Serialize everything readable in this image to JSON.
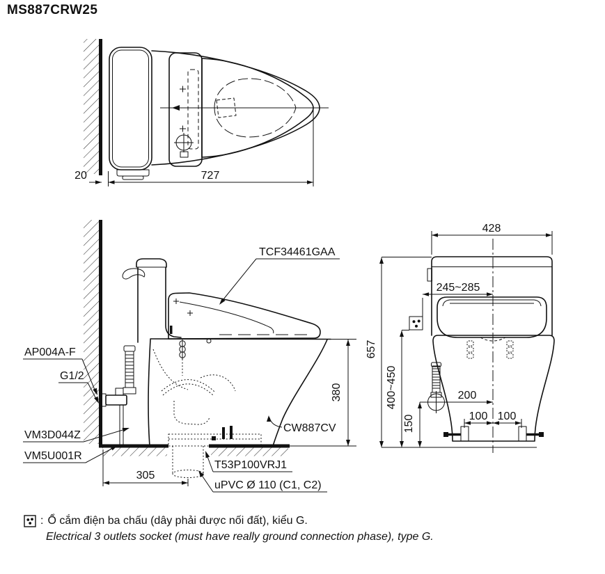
{
  "title": "MS887CRW25",
  "top_view": {
    "dim_wall_gap": "20",
    "dim_total_length": "727"
  },
  "side_view": {
    "label_washlet_seat": "TCF34461GAA",
    "label_stop_valve": "AP004A-F",
    "label_water_inlet": "G1/2",
    "label_flexible_hose": "VM3D044Z",
    "label_outlet_set": "VM5U001R",
    "label_bowl": "CW887CV",
    "label_drain_socket": "T53P100VRJ1",
    "label_drain_pipe": "uPVC Ø 110 (C1, C2)",
    "dim_drain_set_out": "305",
    "dim_rim_height": "380"
  },
  "front_view": {
    "dim_width": "428",
    "dim_socket_offset": "245~285",
    "dim_total_height": "657",
    "dim_socket_height": "400~450",
    "dim_valve_height": "150",
    "dim_valve_offset": "200",
    "dim_bolt_left": "100",
    "dim_bolt_right": "100"
  },
  "note": {
    "colon": ":",
    "vietnamese": "Ổ cắm điện ba chấu (dây phải được nối đất), kiểu G.",
    "english": "Electrical 3 outlets socket (must have really ground connection phase), type G."
  },
  "colors": {
    "ink": "#111111",
    "background": "#ffffff"
  }
}
